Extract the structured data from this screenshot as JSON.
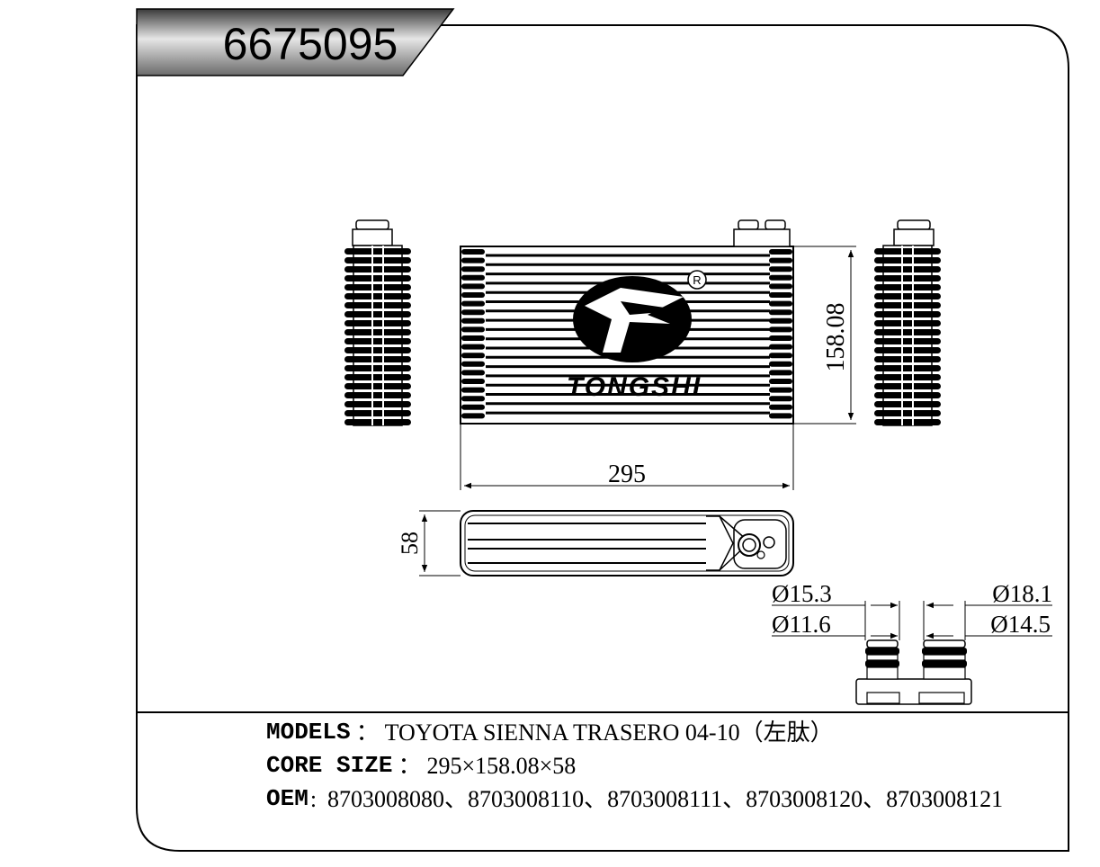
{
  "part_number": "6675095",
  "brand": "TONGSHI",
  "dimensions": {
    "width": "295",
    "height": "158.08",
    "depth": "58",
    "pipe_outer_left": "Ø15.3",
    "pipe_inner_left": "Ø11.6",
    "pipe_outer_right": "Ø18.1",
    "pipe_inner_right": "Ø14.5"
  },
  "info": {
    "models_label": "MODELS",
    "models_sep": "：",
    "models_value": "TOYOTA SIENNA TRASERO 04-10（左肽）",
    "core_label": "CORE SIZE",
    "core_sep": "：",
    "core_value": "295×158.08×58",
    "oem_label": "OEM",
    "oem_sep": ":",
    "oem_value": "8703008080、8703008110、8703008111、8703008120、8703008121"
  }
}
